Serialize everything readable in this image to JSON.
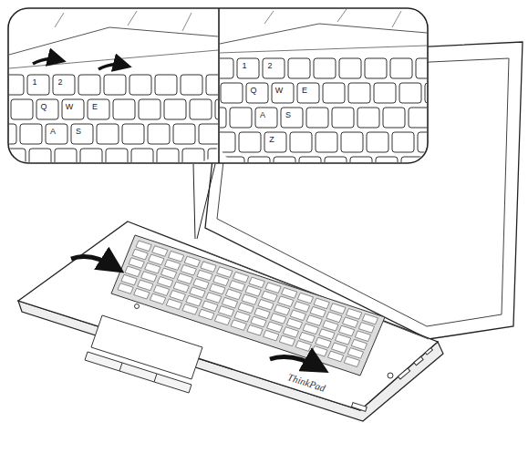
{
  "diagram": {
    "labels": [
      "1",
      "2",
      "Q",
      "W",
      "E",
      "A",
      "S",
      "1",
      "2",
      "Q",
      "W",
      "E",
      "A",
      "S",
      "Z",
      "ThinkPad"
    ]
  }
}
